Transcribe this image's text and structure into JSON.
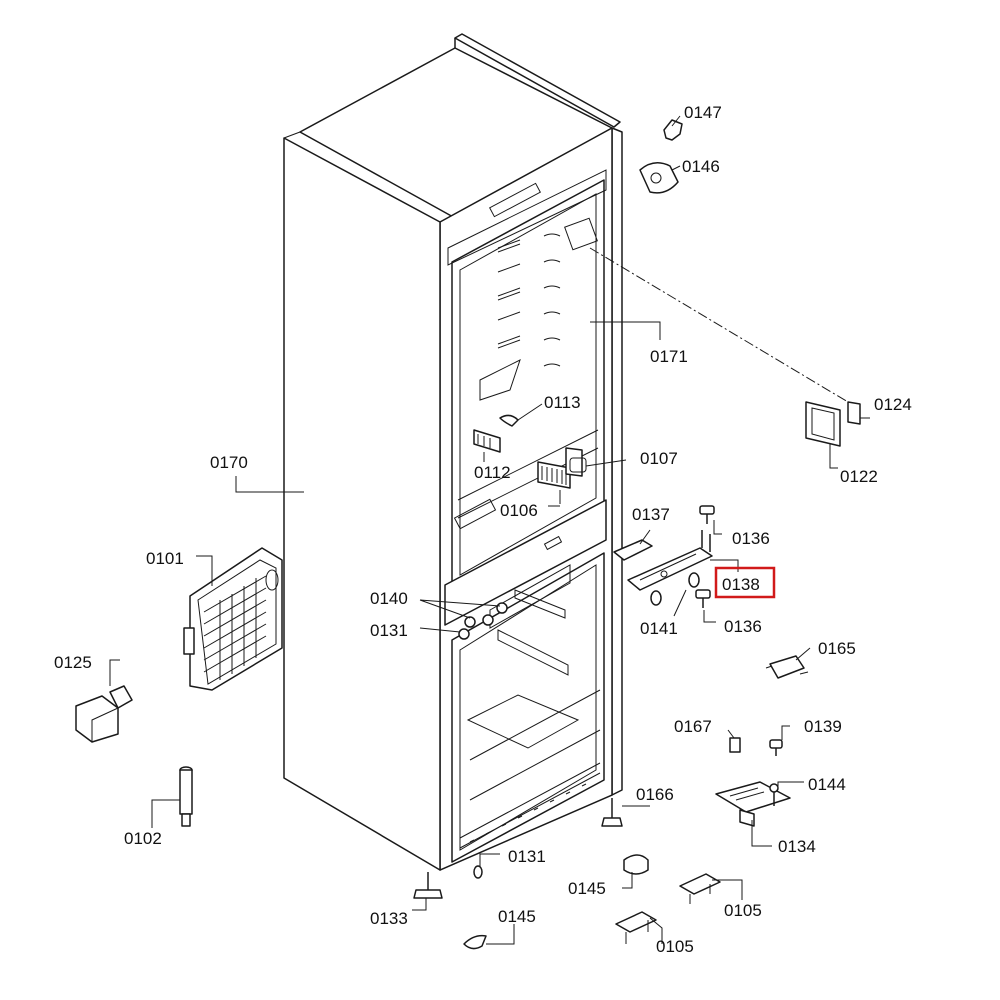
{
  "highlight_color": "#d11a1a",
  "highlighted_part": "0138",
  "labels": {
    "p0147": "0147",
    "p0146": "0146",
    "p0171": "0171",
    "p0124": "0124",
    "p0122": "0122",
    "p0113": "0113",
    "p0107": "0107",
    "p0112": "0112",
    "p0106": "0106",
    "p0170": "0170",
    "p0137": "0137",
    "p0136a": "0136",
    "p0138": "0138",
    "p0141": "0141",
    "p0136b": "0136",
    "p0101": "0101",
    "p0140": "0140",
    "p0131a": "0131",
    "p0165": "0165",
    "p0125": "0125",
    "p0167": "0167",
    "p0139": "0139",
    "p0144": "0144",
    "p0134": "0134",
    "p0166": "0166",
    "p0102": "0102",
    "p0131b": "0131",
    "p0145a": "0145",
    "p0105a": "0105",
    "p0133": "0133",
    "p0145b": "0145",
    "p0105b": "0105"
  }
}
